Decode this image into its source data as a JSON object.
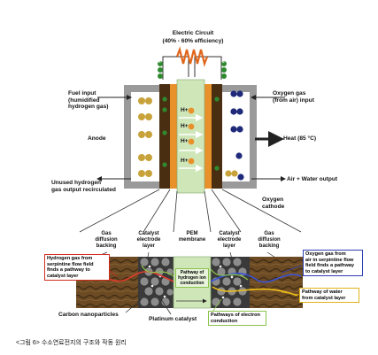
{
  "top": {
    "title": "Electric Circuit",
    "subtitle": "(40% - 60% efficiency)"
  },
  "left_labels": {
    "fuel_input": "Fuel input\n(humidified\nhydrogen gas)",
    "anode": "Anode",
    "unused": "Unused hydrogen\ngas output recirculated"
  },
  "right_labels": {
    "oxygen_input": "Oxygen gas\n(from air) input",
    "heat": "Heat (85 °C)",
    "air_water": "Air + Water output",
    "cathode": "Oxygen\ncathode"
  },
  "membrane_ions": [
    "H+",
    "H+",
    "H+",
    "H+"
  ],
  "electron_symbol": "e",
  "layers": [
    {
      "id": "gas-diffusion-left",
      "text": "Gas\ndiffusion\nbacking"
    },
    {
      "id": "catalyst-left",
      "text": "Catalyst\nelectrode\nlayer"
    },
    {
      "id": "pem",
      "text": "PEM\nmembrane"
    },
    {
      "id": "catalyst-right",
      "text": "Catalyst\nelectrode\nlayer"
    },
    {
      "id": "gas-diffusion-right",
      "text": "Gas\ndiffusion\nbacking"
    }
  ],
  "callouts": {
    "hydrogen_pathway": "Hydrogen gas from\nserpintine flow field\nfinds a pathway to\ncatalyst layer",
    "oxygen_pathway": "Oxygen gas from\nair in serpintine flow\nfield finds a pathway\nto catalyst layer",
    "water_pathway": "Pathway of water\nfrom catalyst layer",
    "hydrogen_ion": "Pathway of\nhydrogen ion\nconduction",
    "electron_pathway": "Pathways of electron\nconduction",
    "carbon": "Carbon nanoparticles",
    "platinum": "Platinum catalyst"
  },
  "caption": "<그림 6> 수소연료전지의 구조와 작동 원리",
  "colors": {
    "orange": "#e8912a",
    "green": "#cfe6b8",
    "anode_dark": "#4a2e12",
    "grey_plate": "#9a9a9a",
    "hydrogen_ball": "#c8a23a",
    "oxygen_ball": "#1f2a7a",
    "red_box": "#d12c1f",
    "blue_box": "#2e3fb0",
    "yellow_box": "#e0b21a",
    "green_box": "#8bc34a"
  }
}
